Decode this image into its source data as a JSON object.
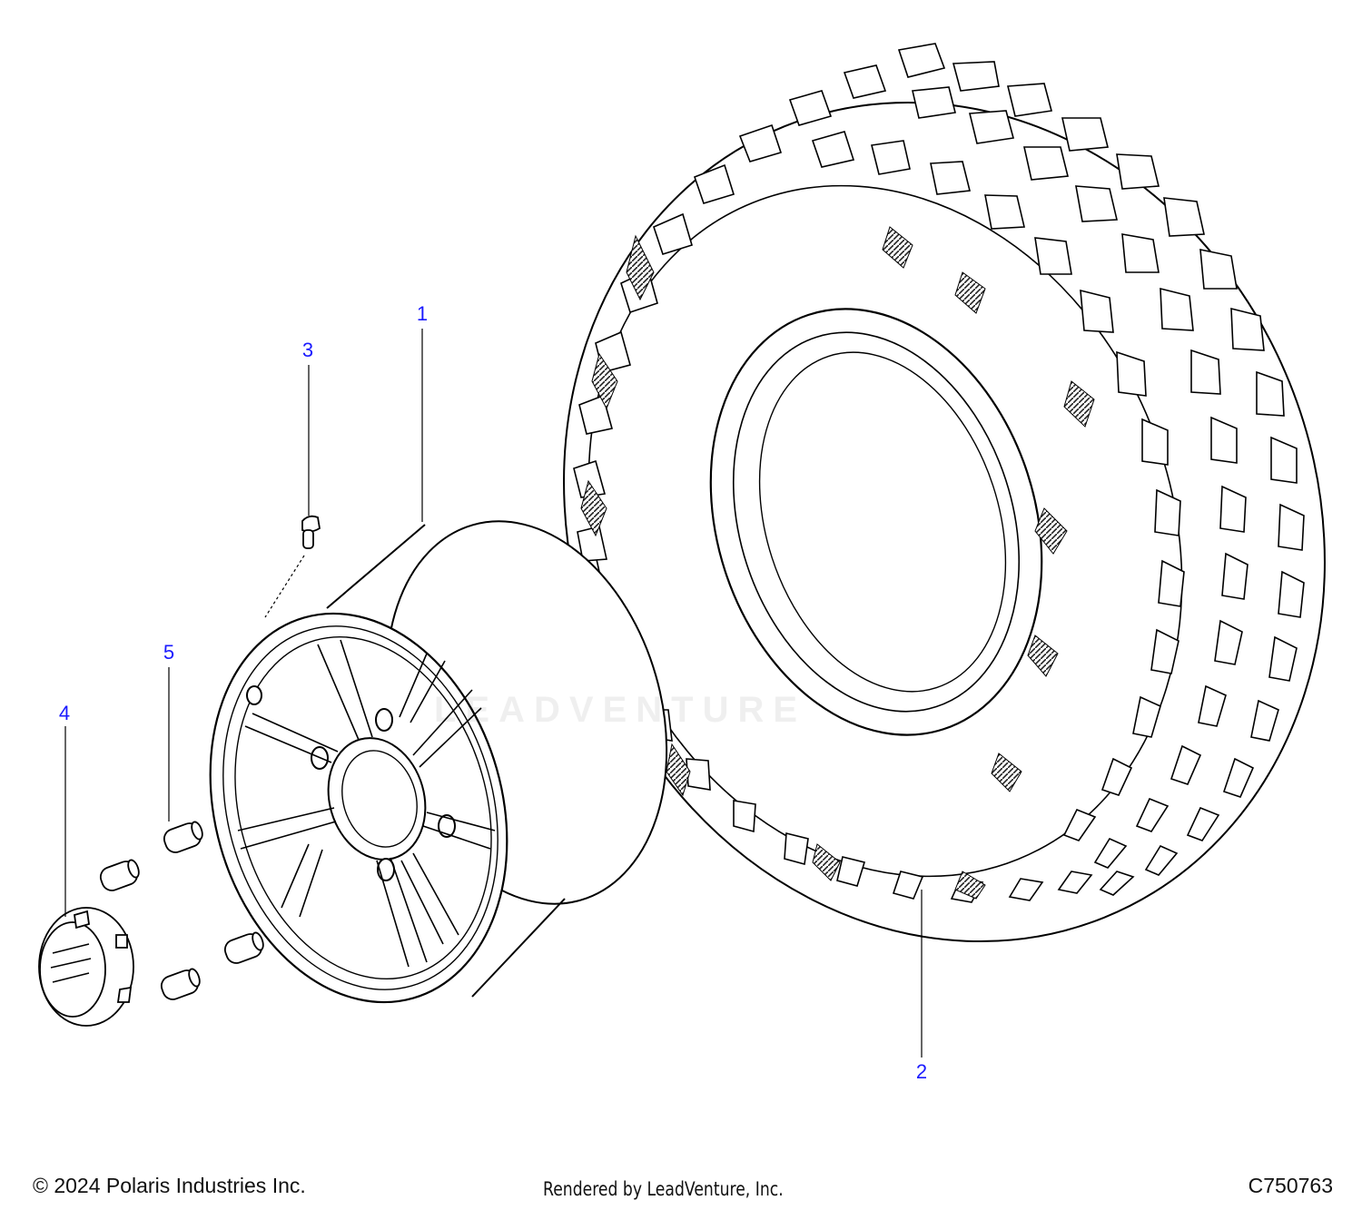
{
  "callouts": {
    "c1": "1",
    "c2": "2",
    "c3": "3",
    "c4": "4",
    "c5": "5"
  },
  "footer": {
    "copyright": "© 2024 Polaris Industries Inc.",
    "rendered_by": "Rendered by LeadVenture, Inc.",
    "diagram_id": "C750763"
  },
  "watermark": "LEADVENTURE",
  "colors": {
    "callout": "#1a1aff",
    "line": "#000000",
    "text": "#111111"
  }
}
